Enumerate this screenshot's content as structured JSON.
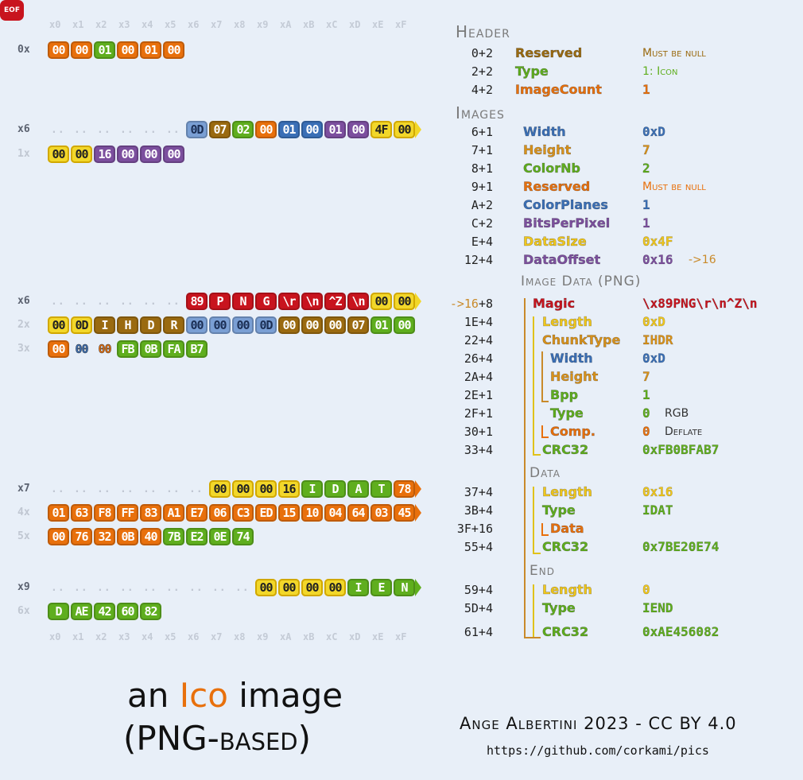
{
  "colors": {
    "orange": "#e8700c",
    "green": "#5fae1e",
    "yellow": "#f2d72a",
    "brown": "#9a6a10",
    "blue": "#3a6fb6",
    "lightblue": "#7a9fd4",
    "purple": "#7c4f9e",
    "red": "#c8141e",
    "teal": "#6fa8c8"
  },
  "hex_columns": [
    "x0",
    "x1",
    "x2",
    "x3",
    "x4",
    "x5",
    "x6",
    "x7",
    "x8",
    "x9",
    "xA",
    "xB",
    "xC",
    "xD",
    "xE",
    "xF"
  ],
  "hex_rows": [
    {
      "label": "0x",
      "cells": [
        [
          "00",
          "orange"
        ],
        [
          "00",
          "orange"
        ],
        [
          "01",
          "green"
        ],
        [
          "00",
          "orange"
        ],
        [
          "01",
          "orange"
        ],
        [
          "00",
          "orange"
        ]
      ]
    },
    {
      "label": "x6",
      "cells": [
        [
          "0D",
          "lightblue"
        ],
        [
          "07",
          "brown"
        ],
        [
          "02",
          "green"
        ],
        [
          "00",
          "orange"
        ],
        [
          "01",
          "blue"
        ],
        [
          "00",
          "blue"
        ],
        [
          "01",
          "purple"
        ],
        [
          "00",
          "purple"
        ],
        [
          "4F",
          "yellow"
        ],
        [
          "00",
          "yellow"
        ]
      ]
    },
    {
      "label": "1x",
      "cells": [
        [
          "00",
          "yellow"
        ],
        [
          "00",
          "yellow"
        ],
        [
          "16",
          "purple"
        ],
        [
          "00",
          "purple"
        ],
        [
          "00",
          "purple"
        ],
        [
          "00",
          "purple"
        ]
      ]
    },
    {
      "label": "x6",
      "cells": [
        [
          "89",
          "red"
        ],
        [
          "P",
          "red"
        ],
        [
          "N",
          "red"
        ],
        [
          "G",
          "red"
        ],
        [
          "\\r",
          "red"
        ],
        [
          "\\n",
          "red"
        ],
        [
          "^Z",
          "red"
        ],
        [
          "\\n",
          "red"
        ],
        [
          "00",
          "yellow"
        ],
        [
          "00",
          "yellow"
        ]
      ]
    },
    {
      "label": "2x",
      "cells": [
        [
          "00",
          "yellow"
        ],
        [
          "0D",
          "yellow"
        ],
        [
          "I",
          "brown"
        ],
        [
          "H",
          "brown"
        ],
        [
          "D",
          "brown"
        ],
        [
          "R",
          "brown"
        ],
        [
          "00",
          "lightblue"
        ],
        [
          "00",
          "lightblue"
        ],
        [
          "00",
          "lightblue"
        ],
        [
          "0D",
          "lightblue"
        ],
        [
          "00",
          "brown"
        ],
        [
          "00",
          "brown"
        ],
        [
          "00",
          "brown"
        ],
        [
          "07",
          "brown"
        ],
        [
          "01",
          "green"
        ],
        [
          "00",
          "green"
        ]
      ]
    },
    {
      "label": "3x",
      "cells": [
        [
          "00",
          "orange"
        ],
        [
          "00",
          "blue"
        ],
        [
          "00",
          "orange"
        ],
        [
          "FB",
          "green"
        ],
        [
          "0B",
          "green"
        ],
        [
          "FA",
          "green"
        ],
        [
          "B7",
          "green"
        ]
      ]
    },
    {
      "label": "x7",
      "cells": [
        [
          "00",
          "yellow"
        ],
        [
          "00",
          "yellow"
        ],
        [
          "00",
          "yellow"
        ],
        [
          "16",
          "yellow"
        ],
        [
          "I",
          "green"
        ],
        [
          "D",
          "green"
        ],
        [
          "A",
          "green"
        ],
        [
          "T",
          "green"
        ],
        [
          "78",
          "orange"
        ]
      ]
    },
    {
      "label": "4x",
      "cells": [
        [
          "01",
          "orange"
        ],
        [
          "63",
          "orange"
        ],
        [
          "F8",
          "orange"
        ],
        [
          "FF",
          "orange"
        ],
        [
          "83",
          "orange"
        ],
        [
          "A1",
          "orange"
        ],
        [
          "E7",
          "orange"
        ],
        [
          "06",
          "orange"
        ],
        [
          "C3",
          "orange"
        ],
        [
          "ED",
          "orange"
        ],
        [
          "15",
          "orange"
        ],
        [
          "10",
          "orange"
        ],
        [
          "04",
          "orange"
        ],
        [
          "64",
          "orange"
        ],
        [
          "03",
          "orange"
        ],
        [
          "45",
          "orange"
        ]
      ]
    },
    {
      "label": "5x",
      "cells": [
        [
          "00",
          "orange"
        ],
        [
          "76",
          "orange"
        ],
        [
          "32",
          "orange"
        ],
        [
          "0B",
          "orange"
        ],
        [
          "40",
          "orange"
        ],
        [
          "7B",
          "green"
        ],
        [
          "E2",
          "green"
        ],
        [
          "0E",
          "green"
        ],
        [
          "74",
          "green"
        ]
      ]
    },
    {
      "label": "x9",
      "cells": [
        [
          "00",
          "yellow"
        ],
        [
          "00",
          "yellow"
        ],
        [
          "00",
          "yellow"
        ],
        [
          "00",
          "yellow"
        ],
        [
          "I",
          "green"
        ],
        [
          "E",
          "green"
        ],
        [
          "N",
          "green"
        ]
      ]
    },
    {
      "label": "6x",
      "cells": [
        [
          "D",
          "green"
        ],
        [
          "AE",
          "green"
        ],
        [
          "42",
          "green"
        ],
        [
          "60",
          "green"
        ],
        [
          "82",
          "green"
        ]
      ]
    }
  ],
  "eof_label": "EOF",
  "sections": {
    "header": "Header",
    "images": "Images",
    "image_data": "Image Data (PNG)",
    "data": "Data",
    "end": "End"
  },
  "header_fields": [
    {
      "offset": "0+2",
      "name": "Reserved",
      "value": "Must be null",
      "color": "brown",
      "note": true
    },
    {
      "offset": "2+2",
      "name": "Type",
      "value": "1: Icon",
      "color": "green",
      "note": true
    },
    {
      "offset": "4+2",
      "name": "ImageCount",
      "value": "1",
      "color": "orange",
      "note": false
    }
  ],
  "image_fields": [
    {
      "offset": "6+1",
      "name": "Width",
      "value": "0xD",
      "color": "blue"
    },
    {
      "offset": "7+1",
      "name": "Height",
      "value": "7",
      "color": "brown2"
    },
    {
      "offset": "8+1",
      "name": "ColorNb",
      "value": "2",
      "color": "green"
    },
    {
      "offset": "9+1",
      "name": "Reserved",
      "value": "Must be null",
      "color": "orange",
      "note": true
    },
    {
      "offset": "A+2",
      "name": "ColorPlanes",
      "value": "1",
      "color": "blue"
    },
    {
      "offset": "C+2",
      "name": "BitsPerPixel",
      "value": "1",
      "color": "purple"
    },
    {
      "offset": "E+4",
      "name": "DataSize",
      "value": "0x4F",
      "color": "yellow"
    },
    {
      "offset": "12+4",
      "name": "DataOffset",
      "value": "0x16",
      "color": "purple",
      "extra": "->16"
    }
  ],
  "png_fields": [
    {
      "offset_ref": "->16",
      "offset": "+8",
      "name": "Magic",
      "value": "\\x89PNG\\r\\n^Z\\n",
      "color": "red"
    },
    {
      "offset": "1E+4",
      "name": "Length",
      "value": "0xD",
      "color": "yellow"
    },
    {
      "offset": "22+4",
      "name": "ChunkType",
      "value": "IHDR",
      "color": "brown2"
    },
    {
      "offset": "26+4",
      "name": "Width",
      "value": "0xD",
      "color": "blue"
    },
    {
      "offset": "2A+4",
      "name": "Height",
      "value": "7",
      "color": "brown2"
    },
    {
      "offset": "2E+1",
      "name": "Bpp",
      "value": "1",
      "color": "green"
    },
    {
      "offset": "2F+1",
      "name": "Type",
      "value": "0",
      "note": "RGB",
      "color": "green"
    },
    {
      "offset": "30+1",
      "name": "Comp.",
      "value": "0",
      "note": "Deflate",
      "color": "orange"
    },
    {
      "offset": "33+4",
      "name": "CRC32",
      "value": "0xFB0BFAB7",
      "color": "green"
    }
  ],
  "data_fields": [
    {
      "offset": "37+4",
      "name": "Length",
      "value": "0x16",
      "color": "yellow"
    },
    {
      "offset": "3B+4",
      "name": "Type",
      "value": "IDAT",
      "color": "green"
    },
    {
      "offset": "3F+16",
      "name": "Data",
      "value": "",
      "color": "orange"
    },
    {
      "offset": "55+4",
      "name": "CRC32",
      "value": "0x7BE20E74",
      "color": "green"
    }
  ],
  "end_fields": [
    {
      "offset": "59+4",
      "name": "Length",
      "value": "0",
      "color": "yellow"
    },
    {
      "offset": "5D+4",
      "name": "Type",
      "value": "IEND",
      "color": "green"
    },
    {
      "offset": "61+4",
      "name": "CRC32",
      "value": "0xAE456082",
      "color": "green"
    }
  ],
  "title": {
    "line1_pre": "an ",
    "line1_accent": "Ico",
    "line1_post": " image",
    "line2": "(PNG-based)"
  },
  "credit": "Ange Albertini 2023 - CC BY 4.0",
  "url": "https://github.com/corkami/pics"
}
